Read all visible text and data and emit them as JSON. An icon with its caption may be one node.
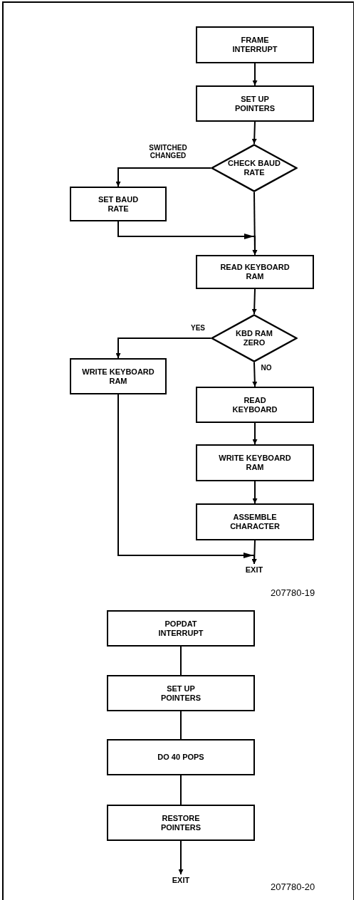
{
  "diagram": {
    "nodes": [
      {
        "text": [
          "FRAME INTERRUPT"
        ]
      },
      {
        "text": [
          "SET UP POINTERS"
        ]
      },
      {
        "text": [
          "CHECK BAUD RATE"
        ]
      },
      {
        "text": [
          "SET BAUD RATE"
        ]
      },
      {
        "text": [
          "READ KEYBOARD RAM"
        ]
      },
      {
        "text": [
          "KBD RAM ZERO"
        ]
      },
      {
        "text": [
          "WRITE KEYBOARD RAM"
        ]
      },
      {
        "text": [
          "READ KEYBOARD"
        ]
      },
      {
        "text": [
          "WRITE KEYBOARD RAM"
        ]
      },
      {
        "text": [
          "ASSEMBLE CHARACTER"
        ]
      },
      {
        "text": [
          "EXIT"
        ]
      },
      {
        "text": [
          "POPDAT INTERRUPT"
        ]
      },
      {
        "text": [
          "SET UP POINTERS"
        ]
      },
      {
        "text": [
          "DO 40 POPS"
        ]
      },
      {
        "text": [
          "RESTORE POINTERS"
        ]
      },
      {
        "text": [
          "EXIT"
        ]
      }
    ],
    "edges": [
      {
        "from": 0,
        "to": 1,
        "arrow": "to"
      },
      {
        "from": 1,
        "to": 2,
        "arrow": "to"
      },
      {
        "from": 2,
        "to": 3,
        "arrow": "to",
        "label": "SWITCHED CHANGED"
      },
      {
        "from": 2,
        "to": 4,
        "arrow": "to"
      },
      {
        "from": 3,
        "to": 4,
        "arrow": "to"
      },
      {
        "from": 4,
        "to": 5,
        "arrow": "to"
      },
      {
        "from": 5,
        "to": 6,
        "arrow": "to",
        "label": "YES"
      },
      {
        "from": 5,
        "to": 7,
        "arrow": "to",
        "label": "NO"
      },
      {
        "from": 7,
        "to": 8,
        "arrow": "to"
      },
      {
        "from": 8,
        "to": 9,
        "arrow": "to"
      },
      {
        "from": 9,
        "to": 10,
        "arrow": "to"
      },
      {
        "from": 6,
        "to": 10,
        "arrow": "to"
      },
      {
        "from": 11,
        "to": 12,
        "arrow": "none"
      },
      {
        "from": 12,
        "to": 13,
        "arrow": "none"
      },
      {
        "from": 13,
        "to": 14,
        "arrow": "none"
      },
      {
        "from": 14,
        "to": 15,
        "arrow": "to"
      }
    ],
    "labels": [
      "207780-19",
      "207780-20"
    ]
  }
}
